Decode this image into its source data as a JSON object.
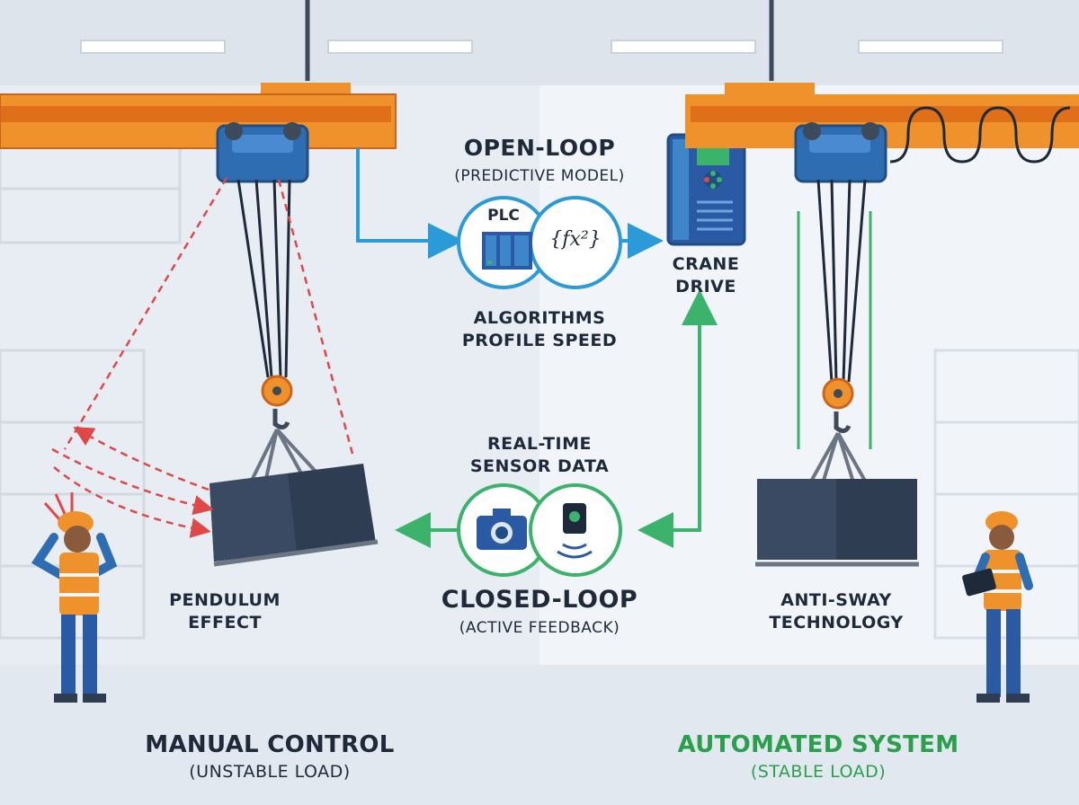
{
  "open_loop": {
    "title": "OPEN-LOOP",
    "subtitle": "(PREDICTIVE MODEL)"
  },
  "plc": {
    "label": "PLC",
    "formula": "{fx²}"
  },
  "algorithms": {
    "line1": "ALGORITHMS",
    "line2": "PROFILE SPEED"
  },
  "crane_drive": {
    "line1": "CRANE",
    "line2": "DRIVE"
  },
  "sensor": {
    "line1": "REAL-TIME",
    "line2": "SENSOR DATA"
  },
  "closed_loop": {
    "title": "CLOSED-LOOP",
    "subtitle": "(ACTIVE FEEDBACK)"
  },
  "pendulum": {
    "line1": "PENDULUM",
    "line2": "EFFECT"
  },
  "anti_sway": {
    "line1": "ANTI-SWAY",
    "line2": "TECHNOLOGY"
  },
  "manual": {
    "title": "MANUAL CONTROL",
    "subtitle": "(UNSTABLE LOAD)"
  },
  "automated": {
    "title": "AUTOMATED SYSTEM",
    "subtitle": "(STABLE LOAD)"
  },
  "colors": {
    "beam": "#f0922b",
    "trolley": "#2f6db3",
    "load": "#2f3d52",
    "open_arrow": "#2a9bd8",
    "closed_arrow": "#3bb36a",
    "warning": "#e04848",
    "automated_title": "#2aa04c"
  }
}
